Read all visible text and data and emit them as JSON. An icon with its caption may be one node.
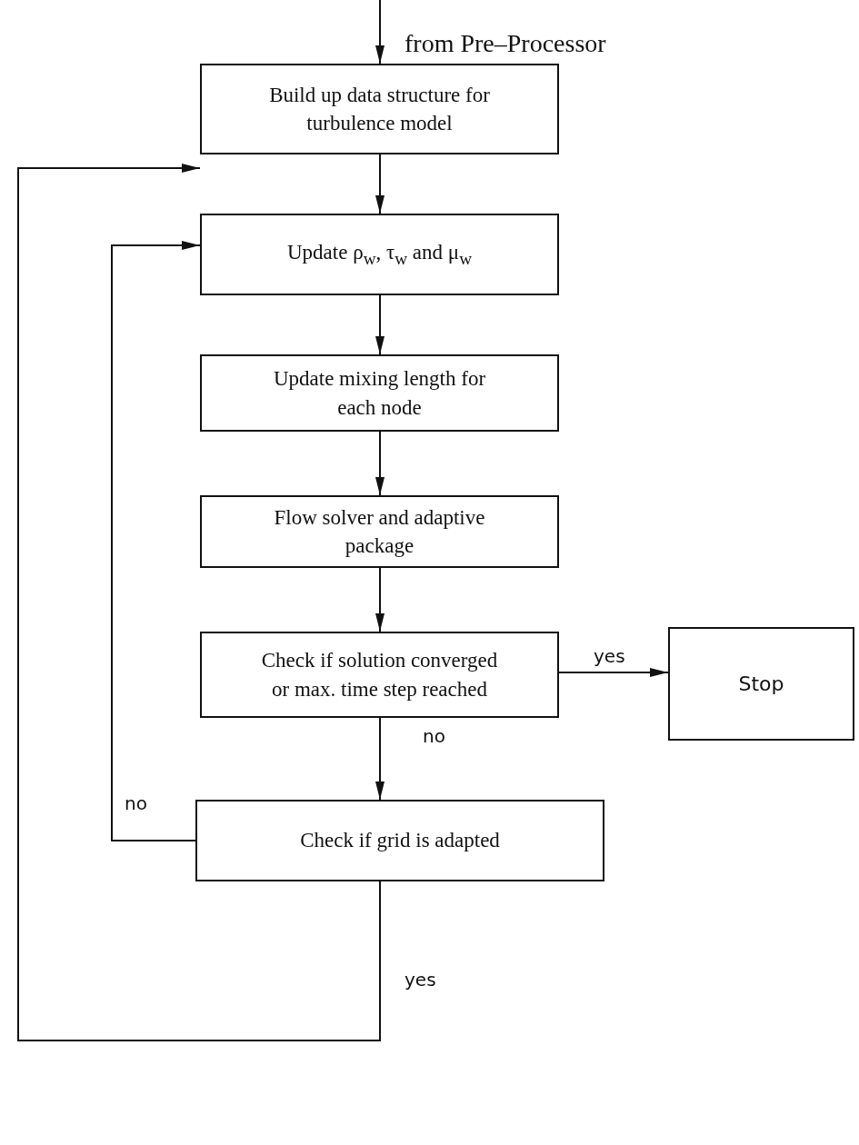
{
  "diagram": {
    "nodes": [
      {
        "text": [
          "Build up data structure for turbulence model"
        ]
      },
      {
        "text": [
          "Update ρ$_{w}$, τ$_{w}$ and μ$_{w}$"
        ]
      },
      {
        "text": [
          "Update mixing length for each node"
        ]
      },
      {
        "text": [
          "Flow solver and adaptive package"
        ]
      },
      {
        "text": [
          "Check if solution converged or max. time step reached"
        ]
      },
      {
        "text": [
          "Stop"
        ]
      },
      {
        "text": [
          "Check if grid is adapted"
        ]
      }
    ],
    "edges": [
      {
        "from": null,
        "to": 0,
        "arrow": "to",
        "label": "from Pre–Processor"
      },
      {
        "from": 0,
        "to": 1,
        "arrow": "to"
      },
      {
        "from": 1,
        "to": 2,
        "arrow": "to"
      },
      {
        "from": 2,
        "to": 3,
        "arrow": "to"
      },
      {
        "from": 3,
        "to": 4,
        "arrow": "to"
      },
      {
        "from": 4,
        "to": 5,
        "arrow": "to",
        "label": "yes"
      },
      {
        "from": 4,
        "to": 6,
        "arrow": "to",
        "label": "no"
      },
      {
        "from": 6,
        "to": 1,
        "arrow": "to",
        "label": "no"
      },
      {
        "from": 6,
        "to": 0,
        "arrow": "to",
        "label": "yes"
      }
    ]
  }
}
